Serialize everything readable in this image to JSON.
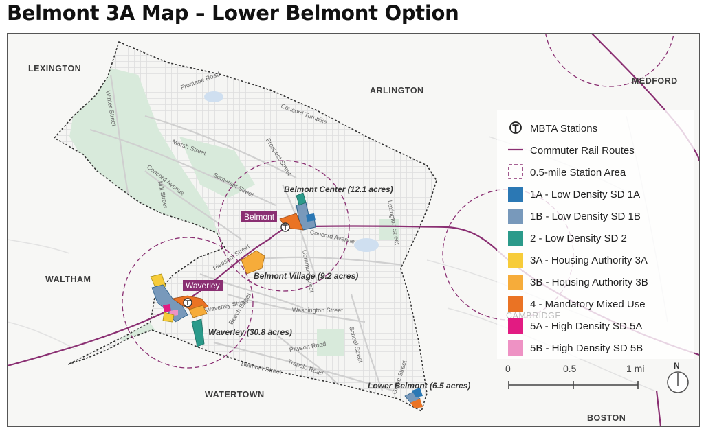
{
  "title": "Belmont 3A Map – Lower Belmont Option",
  "places": {
    "lexington": "LEXINGTON",
    "arlington": "ARLINGTON",
    "medford": "MEDFORD",
    "waltham": "WALTHAM",
    "watertown": "WATERTOWN",
    "boston": "BOSTON",
    "cambridge": "CAMBRIDGE"
  },
  "streets": {
    "winter": "Winter Street",
    "frontage": "Frontage Road",
    "concord_turnpike": "Concord Turnpike",
    "marsh": "Marsh Street",
    "prospect": "Prospect Street",
    "concord_ave_w": "Concord Avenue",
    "somerset": "Somerset Street",
    "mill": "Mill Street",
    "concord_ave_e": "Concord Avenue",
    "pleasant": "Pleasant Street",
    "common": "Common Street",
    "waverley_st": "Waverley Street",
    "beech": "Beech Street",
    "washington": "Washington Street",
    "school": "School Street",
    "payson": "Payson Road",
    "trapelo": "Trapelo Road",
    "belmont_st": "Belmont Street",
    "grove": "Grove Street",
    "lexington_st": "Lexington Street"
  },
  "areas": {
    "belmont_center": "Belmont Center (12.1 acres)",
    "belmont_village": "Belmont Village (9.2 acres)",
    "waverley": "Waverley (30.8 acres)",
    "lower_belmont": "Lower Belmont (6.5 acres)"
  },
  "stations": {
    "belmont": "Belmont",
    "waverley": "Waverley"
  },
  "legend": [
    {
      "label": "MBTA Stations",
      "kind": "station-icon"
    },
    {
      "label": "Commuter Rail Routes",
      "kind": "rail-line",
      "color": "#8a2f72"
    },
    {
      "label": "0.5-mile Station Area",
      "kind": "dashed-box",
      "color": "#8a2f72"
    },
    {
      "label": "1A - Low Density SD 1A",
      "kind": "swatch",
      "color": "#2b78b4"
    },
    {
      "label": "1B - Low Density SD 1B",
      "kind": "swatch",
      "color": "#7899bb"
    },
    {
      "label": "2 - Low Density SD 2",
      "kind": "swatch",
      "color": "#2b9a8a"
    },
    {
      "label": "3A - Housing Authority 3A",
      "kind": "swatch",
      "color": "#f7cc3a"
    },
    {
      "label": "3B - Housing Authority 3B",
      "kind": "swatch",
      "color": "#f6ac3a"
    },
    {
      "label": "4 - Mandatory Mixed Use",
      "kind": "swatch",
      "color": "#ea7324"
    },
    {
      "label": "5A - High Density SD 5A",
      "kind": "swatch",
      "color": "#e21b82"
    },
    {
      "label": "5B - High Density SD 5B",
      "kind": "swatch",
      "color": "#ee92c4"
    }
  ],
  "scale_bar": {
    "labels": [
      "0",
      "0.5",
      "1 mi"
    ]
  },
  "north_arrow": {
    "label": "N"
  },
  "colors": {
    "rail": "#8a2f72",
    "boundary": "#333333",
    "park": "#d8eadb",
    "orange": "#f6ac3a",
    "mixed_use": "#ea7324"
  }
}
